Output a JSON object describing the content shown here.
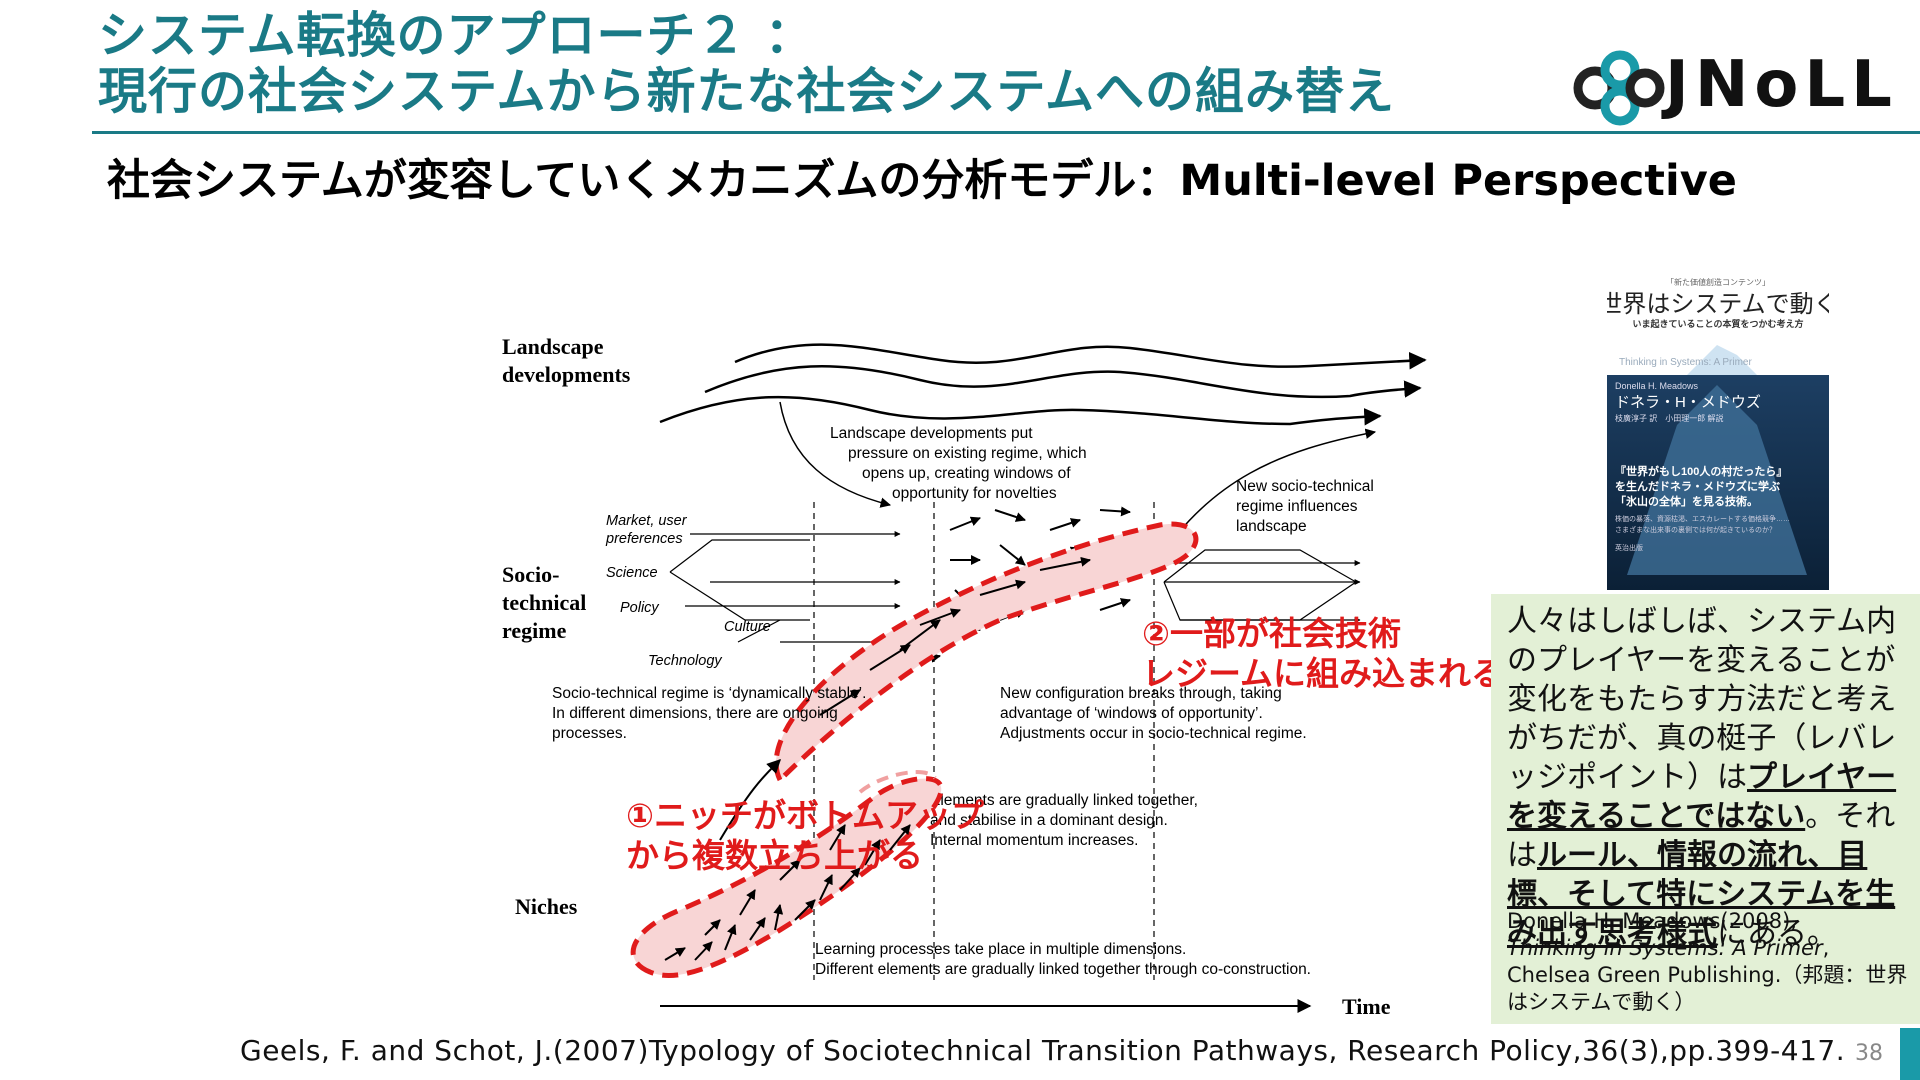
{
  "title": {
    "line1": "システム転換のアプローチ２ ：",
    "line2": "現行の社会システムから新たな社会システムへの組み替え"
  },
  "logo": {
    "text": "JNoLL"
  },
  "subtitle": "社会システムが変容していくメカニズムの分析モデル：Multi-level Perspective",
  "diagram": {
    "levels": {
      "landscape_1": "Landscape",
      "landscape_2": "developments",
      "regime_1": "Socio-",
      "regime_2": "technical",
      "regime_3": "regime",
      "niches": "Niches",
      "time": "Time"
    },
    "dimensions": {
      "market_1": "Market, user",
      "market_2": "preferences",
      "science": "Science",
      "policy": "Policy",
      "culture": "Culture",
      "technology": "Technology"
    },
    "notes": {
      "landscape_pressure": [
        "Landscape developments put",
        "pressure on existing regime, which",
        "opens up, creating windows of",
        "opportunity for novelties"
      ],
      "new_regime": [
        "New socio-technical",
        "regime influences",
        "landscape"
      ],
      "dynamic_stable": [
        "Socio-technical regime is ‘dynamically stable’.",
        "In different dimensions, there are ongoing",
        "processes."
      ],
      "breakthrough": [
        "New configuration breaks through, taking",
        "advantage of ‘windows of opportunity’.",
        "Adjustments occur in socio-technical regime."
      ],
      "linked": [
        "Elements are gradually linked together,",
        "and stabilise in a dominant design.",
        "Internal momentum increases."
      ],
      "learning": [
        "Learning processes take place in multiple dimensions.",
        "Different elements are gradually linked together through co-construction."
      ]
    },
    "annotations": {
      "regime_1": "②一部が社会技術",
      "regime_2": "レジームに組み込まれる",
      "niche_1": "①ニッチがボトムアップ",
      "niche_2": "から複数立ち上がる"
    }
  },
  "book": {
    "series": "「新た価値創造コンテンツ」",
    "title": "世界はシステムで動く",
    "subtitle": "いま起きていることの本質をつかむ考え方",
    "english": "Thinking in Systems: A Primer",
    "author_en": "Donella H. Meadows",
    "author_jp": "ドネラ・H・メドウズ",
    "translators": "枝廣淳子 訳　小田理一郎 解説",
    "blurb_1": "『世界がもし100人の村だったら』",
    "blurb_2": "を生んだドネラ・メドウズに学ぶ",
    "blurb_3": "「氷山の全体」を見る技術。",
    "small_1": "株価の暴落、資源枯渇、エスカレートする価格競争……",
    "small_2": "さまざまな出来事の裏側では何が起きているのか？",
    "publisher": "英治出版"
  },
  "note": {
    "p1": "人々はしばしば、システム内のプレイヤーを変えることが変化をもたらす方法だと考えがちだが、真の梃子（レバレッジポイント）は",
    "b1": "プレイヤーを変えることではない",
    "p2": "。それは",
    "b2": "ルール、情報の流れ、目標、そして特にシステムを生み出す思考様式",
    "p3": "にある。",
    "cite_author": "Donella H. Meadows(2008),",
    "cite_book": "Thinking in Systems: A Primer",
    "cite_rest": ", Chelsea Green Publishing.（邦題：世界はシステムで動く）"
  },
  "citation": "Geels, F. and Schot, J.(2007)Typology of Sociotechnical Transition Pathways, Research Policy,36(3),pp.399-417.",
  "page_number": "38",
  "colors": {
    "accent": "#1a7a86",
    "annotation_red": "#e01b1b",
    "note_bg": "#e3f0d6"
  }
}
